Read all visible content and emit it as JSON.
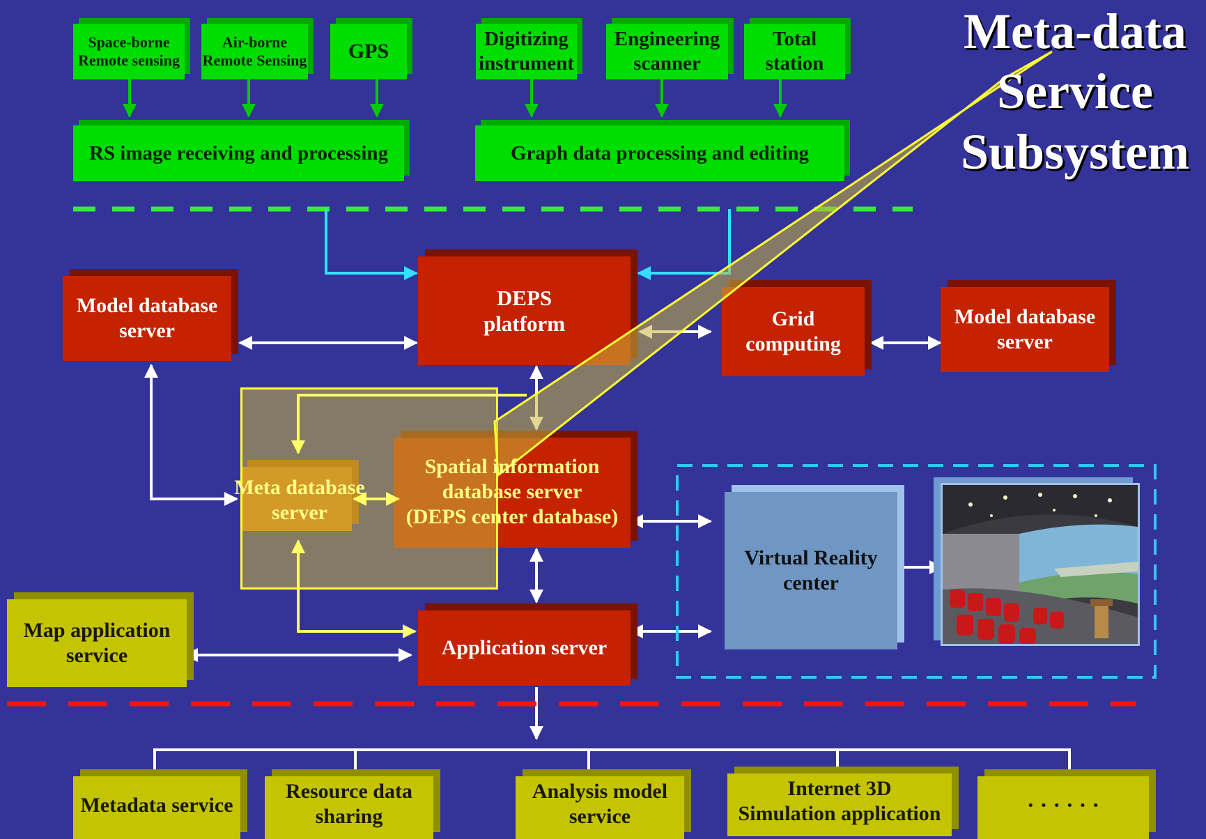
{
  "title": {
    "line1": "Meta-data",
    "line2": "Service",
    "line3": "Subsystem"
  },
  "data_sources": {
    "space_borne": {
      "line1": "Space-borne",
      "line2": "Remote sensing"
    },
    "air_borne": {
      "line1": "Air-borne",
      "line2": "Remote Sensing"
    },
    "gps": "GPS",
    "digitizing": {
      "line1": "Digitizing",
      "line2": "instrument"
    },
    "engineering": {
      "line1": "Engineering",
      "line2": "scanner"
    },
    "total_station": {
      "line1": "Total",
      "line2": "station"
    }
  },
  "processing": {
    "rs": "RS image receiving and processing",
    "graph": "Graph data processing and editing"
  },
  "core": {
    "deps": {
      "line1": "DEPS",
      "line2": "platform"
    },
    "model_db_left": {
      "line1": "Model database",
      "line2": "server"
    },
    "grid": "Grid computing",
    "model_db_right": {
      "line1": "Model database",
      "line2": "server"
    },
    "meta_db": {
      "line1": "Meta database",
      "line2": "server"
    },
    "spatial_db": {
      "line1": "Spatial information",
      "line2": "database server",
      "line3": "(DEPS center database)"
    },
    "map_app": {
      "line1": "Map application",
      "line2": "service"
    },
    "app_server": "Application server",
    "vr": {
      "line1": "Virtual Reality",
      "line2": "center"
    }
  },
  "services": {
    "metadata": "Metadata service",
    "resource": {
      "line1": "Resource data",
      "line2": "sharing"
    },
    "analysis": {
      "line1": "Analysis model",
      "line2": "service"
    },
    "internet3d": {
      "line1": "Internet 3D",
      "line2": "Simulation application"
    },
    "more": "· · · · · ·"
  },
  "colors": {
    "background": "#333399",
    "green_box": "#00dd00",
    "red_box": "#c42200",
    "olive_box": "#c4c400",
    "vr_box": "#7097c4",
    "highlight": "#ffff33"
  }
}
